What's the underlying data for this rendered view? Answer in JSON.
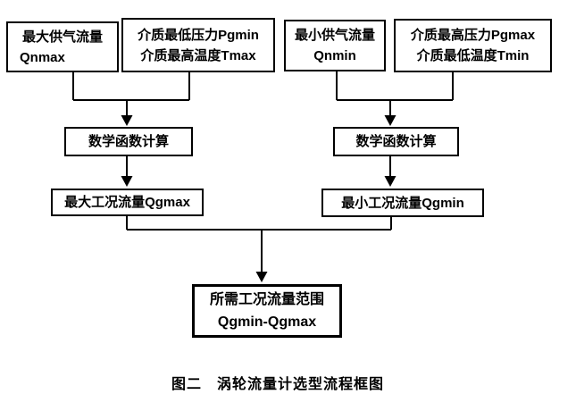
{
  "figure": {
    "caption": "图二　涡轮流量计选型流程框图"
  },
  "flowchart": {
    "nodes": {
      "max_supply_flow": {
        "line1": "最大供气流量",
        "line2": "Qnmax"
      },
      "medium_min_p_max_t": {
        "line1": "介质最低压力Pgmin",
        "line2": "介质最高温度Tmax"
      },
      "min_supply_flow": {
        "line1": "最小供气流量",
        "line2": "Qnmin"
      },
      "medium_max_p_min_t": {
        "line1": "介质最高压力Pgmax",
        "line2": "介质最低温度Tmin"
      },
      "math_calc_left": {
        "label": "数学函数计算"
      },
      "math_calc_right": {
        "label": "数学函数计算"
      },
      "max_working_flow": {
        "label": "最大工况流量Qgmax"
      },
      "min_working_flow": {
        "label": "最小工况流量Qgmin"
      },
      "required_flow_range": {
        "line1": "所需工况流量范围",
        "line2": "Qgmin-Qgmax"
      }
    },
    "colors": {
      "line": "#000000",
      "text": "#000000",
      "background": "#ffffff"
    }
  }
}
